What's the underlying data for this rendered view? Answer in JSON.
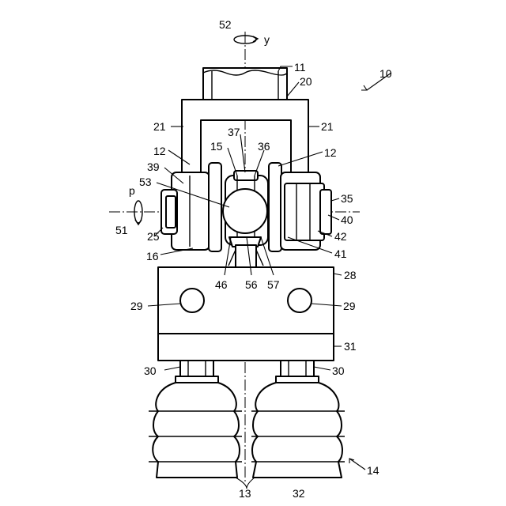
{
  "figure": {
    "rotation_axis_y": "y",
    "rotation_axis_p": "p",
    "labels": {
      "n10": "10",
      "n11": "11",
      "n12a": "12",
      "n12b": "12",
      "n13": "13",
      "n14": "14",
      "n15": "15",
      "n16": "16",
      "n20": "20",
      "n21a": "21",
      "n21b": "21",
      "n25": "25",
      "n28": "28",
      "n29a": "29",
      "n29b": "29",
      "n30a": "30",
      "n30b": "30",
      "n31": "31",
      "n32": "32",
      "n35": "35",
      "n36": "36",
      "n37": "37",
      "n39": "39",
      "n40": "40",
      "n41": "41",
      "n42": "42",
      "n46": "46",
      "n51": "51",
      "n52": "52",
      "n53": "53",
      "n56": "56",
      "n57": "57"
    }
  }
}
